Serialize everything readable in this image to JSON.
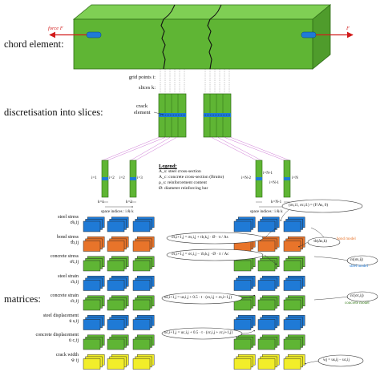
{
  "labels": {
    "chord_element": "chord element:",
    "discretisation": "discretisation into slices:",
    "matrices": "matrices:",
    "force_left": "force F",
    "force_right": "F",
    "grid_points": "grid points i:",
    "slices": "slices k:",
    "crack_element_1": "crack",
    "crack_element_2": "element",
    "space_indices": "space indices : i & k"
  },
  "legend": {
    "title": "Legend:",
    "lines": [
      "A_s: steel cross-section",
      "A_c: concrete cross-section (Brutto)",
      "ρ_s: reinforcement content",
      "Ø: diameter reinforcing bar"
    ]
  },
  "matrix_rows": [
    {
      "label": "steel stress",
      "symbol": "σ̄s,ij",
      "color": "#1f7ad6"
    },
    {
      "label": "bond stress",
      "symbol": "τ̄b,ij",
      "color": "#e8742a"
    },
    {
      "label": "concrete stress",
      "symbol": "σ̄c,ij",
      "color": "#5fb534"
    },
    {
      "label": "steel strain",
      "symbol": "ε̄s,ij",
      "color": "#1f7ad6"
    },
    {
      "label": "concrete strain",
      "symbol": "ε̄c,ij",
      "color": "#5fb534"
    },
    {
      "label": "steel displacement",
      "symbol": "ū s,ij",
      "color": "#1f7ad6"
    },
    {
      "label": "concrete displacement",
      "symbol": "ū c,ij",
      "color": "#5fb534"
    },
    {
      "label": "crack width",
      "symbol": "w̄ ij",
      "color": "#f2ee2a"
    }
  ],
  "equations": {
    "top": "(σs,i1, σc,i1) = (F/As, 0)",
    "bond_eq1": "σs,i+1,j = σs,i,j + τb,k,j · Ø · π / As",
    "bond_eq2": "σc,i+1,j = σc,i,j − τb,k,j · Ø · π / Ac",
    "disp_eq1": "us,i+1,j = us,i,j + 0.5 · t · (εs,i,j + εs,i+1,j)",
    "disp_eq2": "uc,i+1,j = uc,i,j + 0.5 · t · (εc,i,j + εc,i+1,j)",
    "crack_eq": "wj = us,ij − uc,ij",
    "bond_model_eq": "τb(Δs,k)",
    "steel_model_eq": "εs(σs,ij)",
    "concrete_model_eq": "εc(σc,ij)"
  },
  "models": {
    "bond": "bond model",
    "steel": "steel model",
    "concrete": "concrete model"
  },
  "slice_labels": {
    "left": [
      "i=1",
      "i=2",
      "i=2",
      "i=3"
    ],
    "right": [
      "i=N-2",
      "i=N-1",
      "i=N-1",
      "i=N"
    ],
    "k_left": [
      "k=1",
      "k=2"
    ],
    "k_right": [
      "k=N-1"
    ]
  },
  "colors": {
    "green": "#5fb534",
    "green_dark": "#3a7d1f",
    "blue": "#1f7ad6",
    "orange": "#e8742a",
    "yellow": "#f2ee2a",
    "red": "#d21b1b"
  }
}
